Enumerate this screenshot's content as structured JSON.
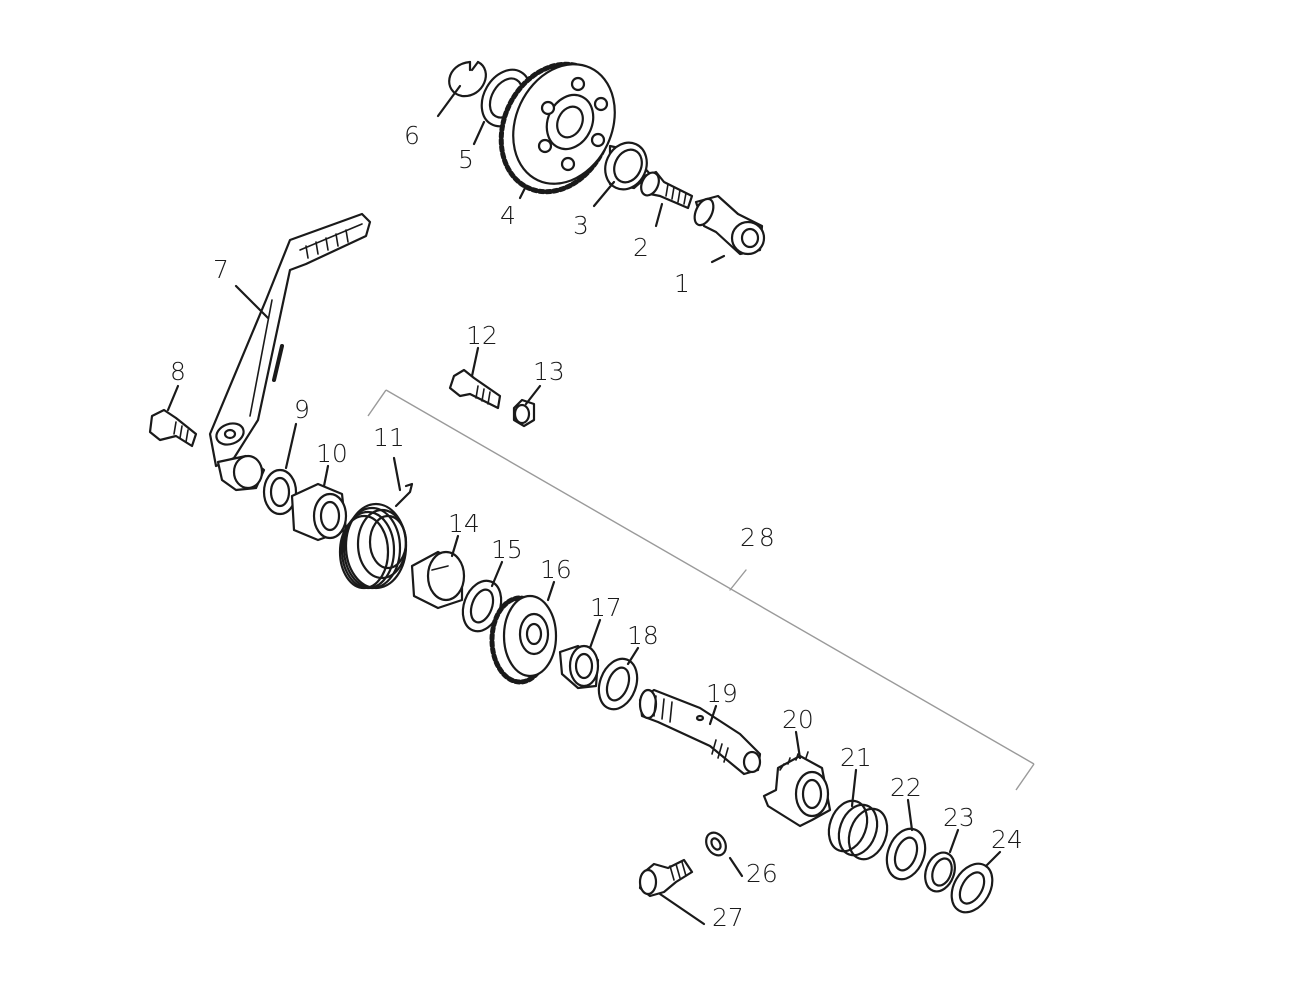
{
  "callouts": {
    "c1": "1",
    "c2": "2",
    "c3": "3",
    "c4": "4",
    "c5": "5",
    "c6": "6",
    "c7": "7",
    "c8": "8",
    "c9": "9",
    "c10": "10",
    "c11": "11",
    "c12": "12",
    "c13": "13",
    "c14": "14",
    "c15": "15",
    "c16": "16",
    "c17": "17",
    "c18": "18",
    "c19": "19",
    "c20": "20",
    "c21": "21",
    "c22": "22",
    "c23": "23",
    "c24": "24",
    "c26": "26",
    "c27": "27",
    "c28": "28"
  },
  "colors": {
    "line": "#1a1a1a",
    "bracket": "#9a9a9a",
    "background": "#ffffff"
  }
}
